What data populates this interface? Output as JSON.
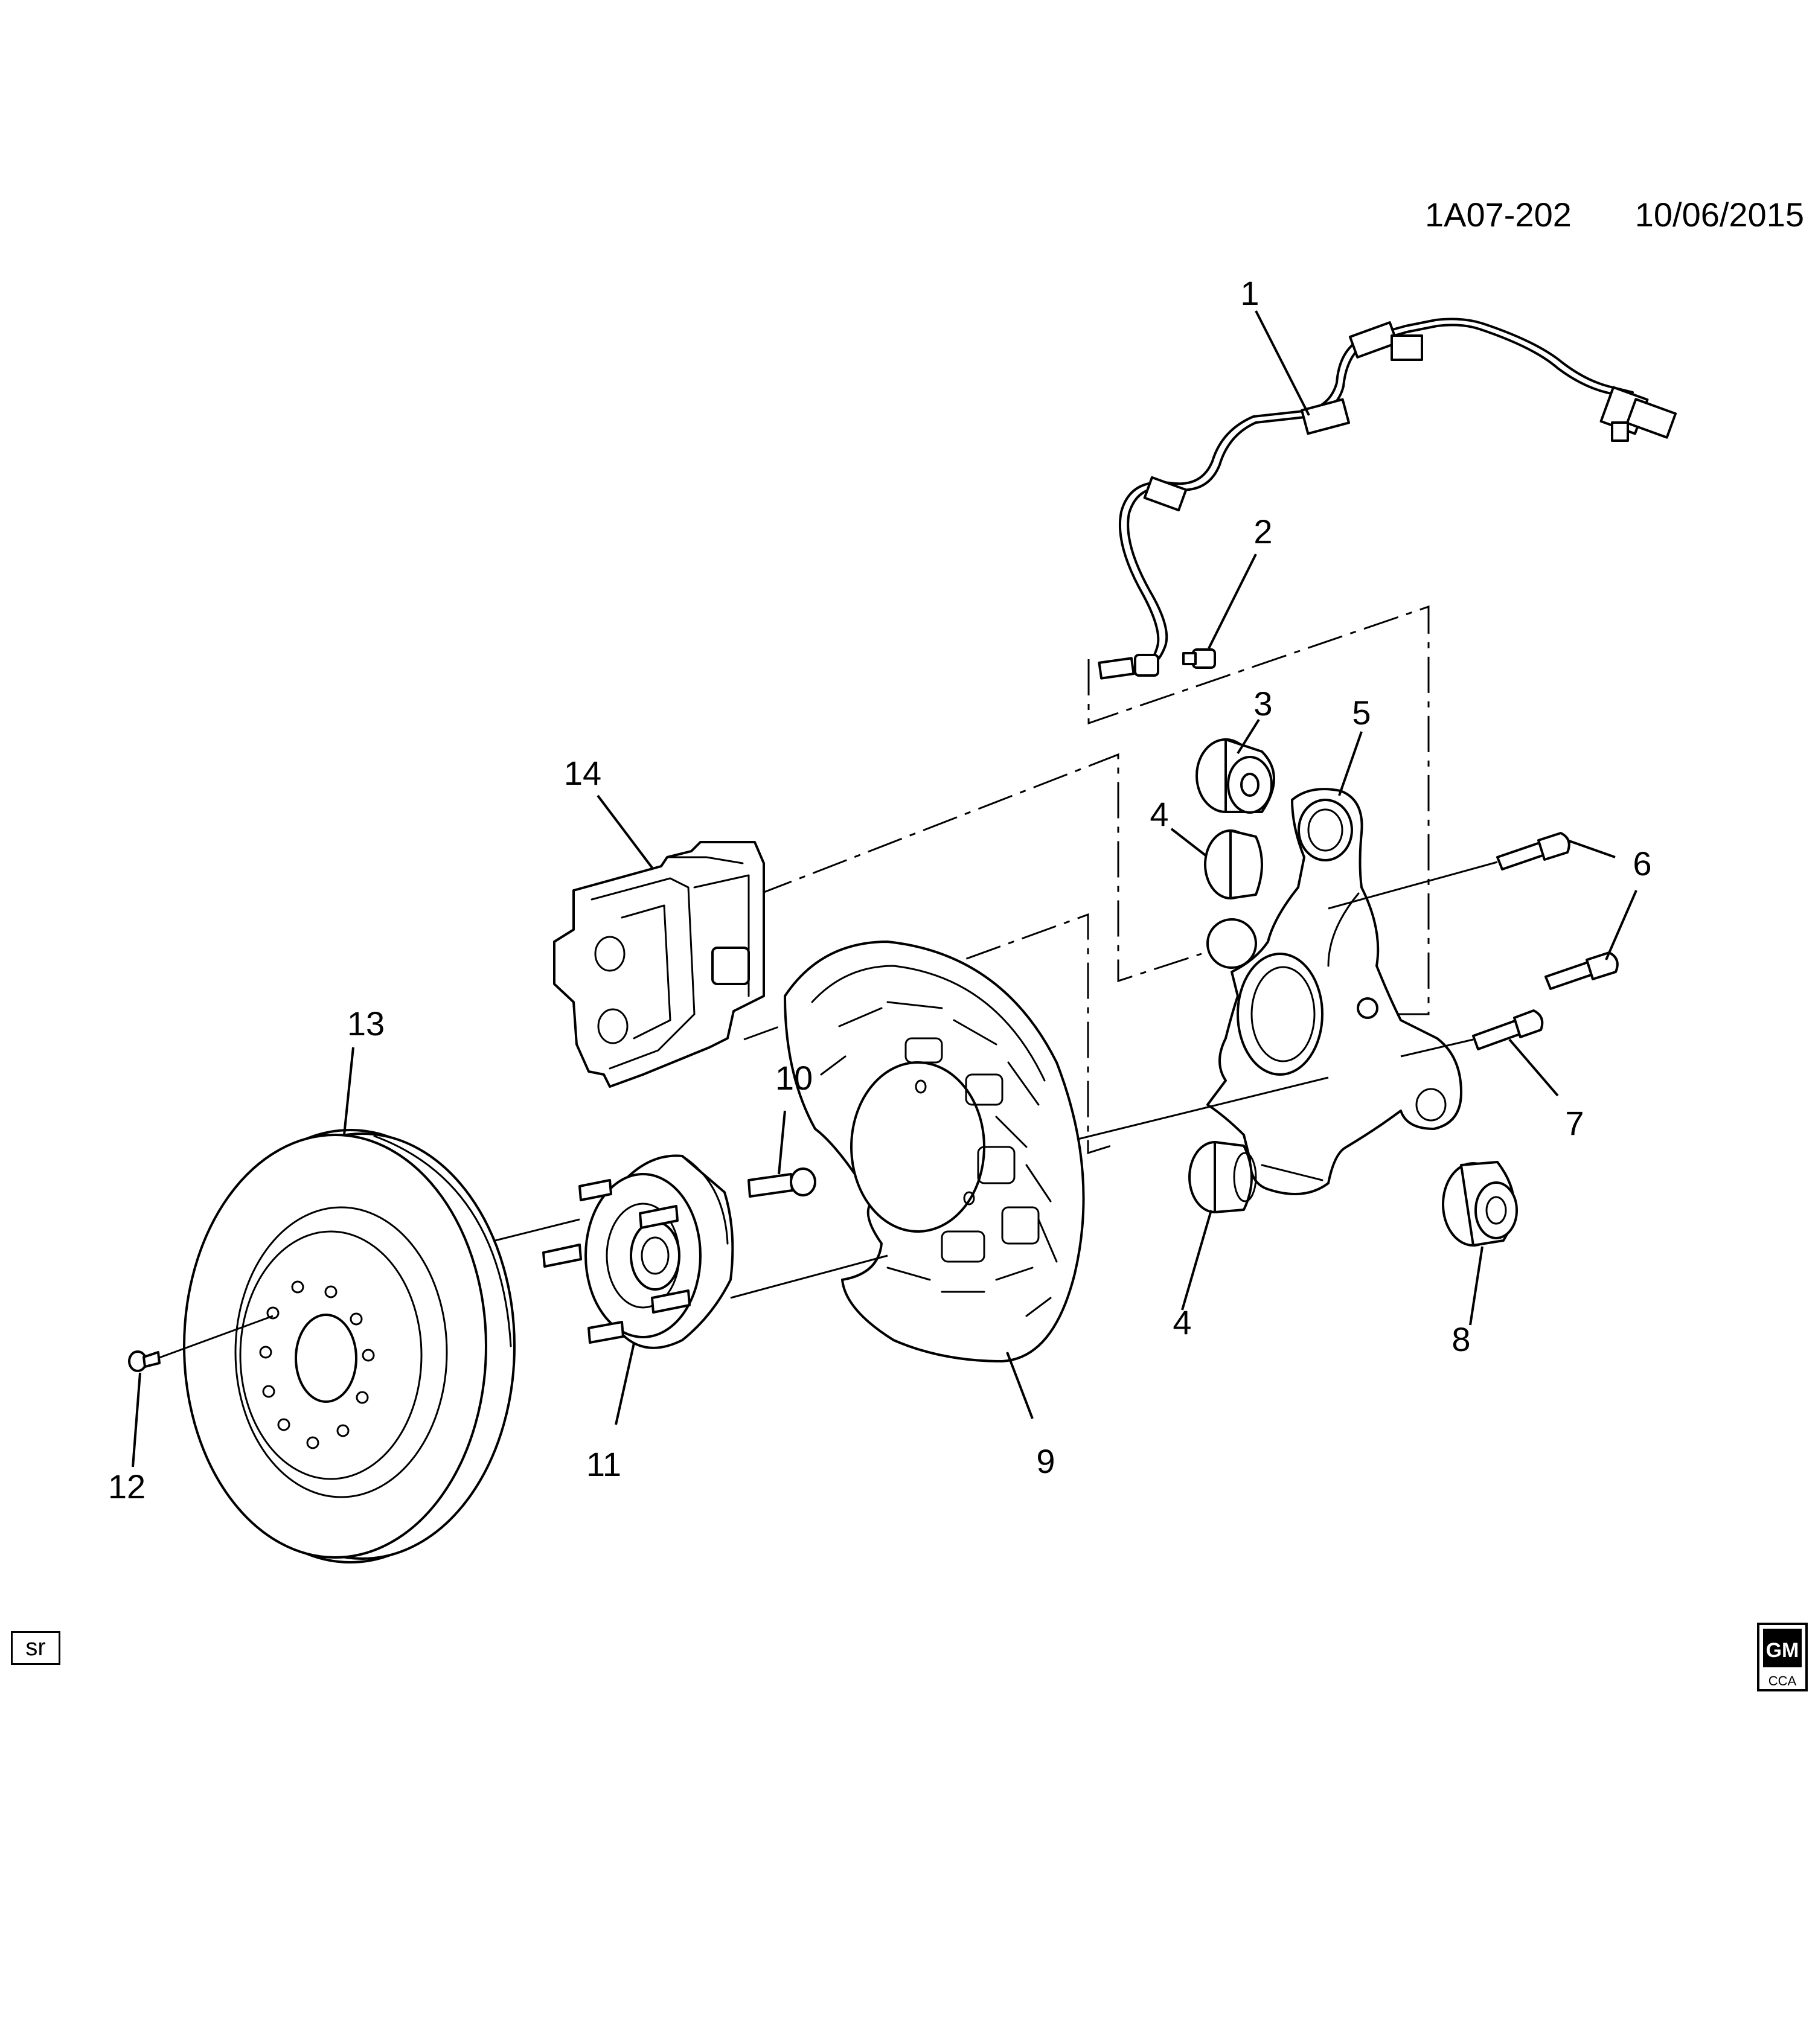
{
  "header": {
    "diagram_code": "1A07-202",
    "date": "10/06/2015"
  },
  "callouts": {
    "c1": "1",
    "c2": "2",
    "c3": "3",
    "c4a": "4",
    "c4b": "4",
    "c5": "5",
    "c6": "6",
    "c7": "7",
    "c8": "8",
    "c9": "9",
    "c10": "10",
    "c11": "11",
    "c12": "12",
    "c13": "13",
    "c14": "14"
  },
  "footer": {
    "sr_label": "sr",
    "logo_text": "GM",
    "logo_subtext": "CCA"
  }
}
